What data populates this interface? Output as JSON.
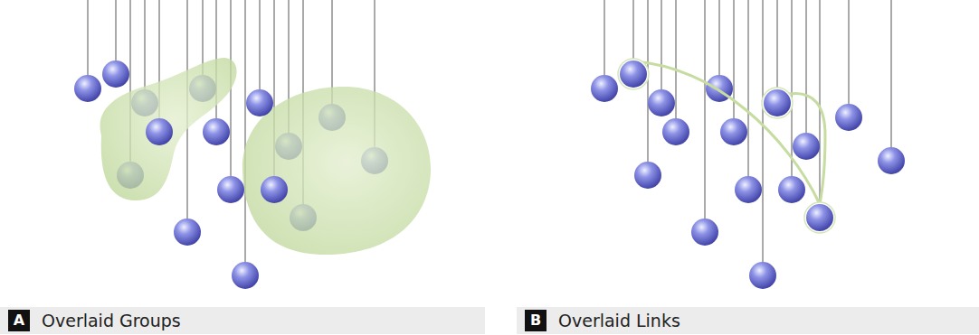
{
  "diagram": {
    "labels": [
      "A",
      "Overlaid Groups",
      "B",
      "Overlaid Links"
    ]
  }
}
